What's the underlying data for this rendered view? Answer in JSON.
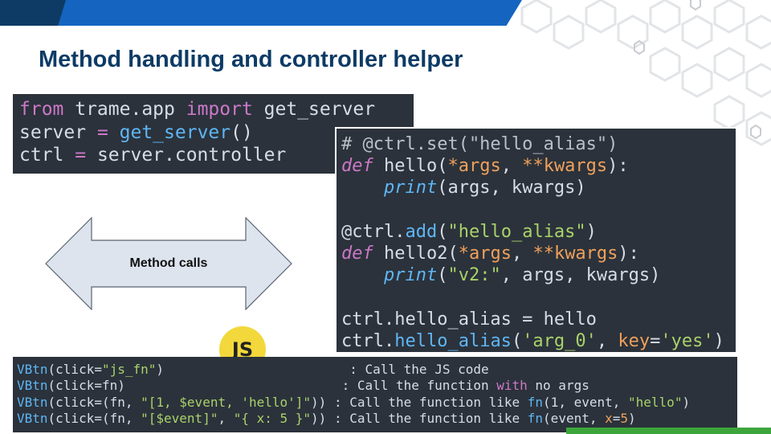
{
  "slide": {
    "title": "Method handling and controller helper"
  },
  "code_block_1": {
    "lines": [
      {
        "from": "from",
        "module": " trame.app ",
        "import": "import",
        "name": " get_server"
      },
      {
        "var": "server",
        "eq": " = ",
        "call": "get_server",
        "paren": "()"
      },
      {
        "var": "ctrl",
        "eq": " = ",
        "value": "server.controller"
      }
    ]
  },
  "code_block_2": {
    "comment": "# @ctrl.set(\"hello_alias\")",
    "def1": {
      "def": "def",
      "name": " hello(",
      "star": "*args",
      "sep": ", ",
      "kw": "**kwargs",
      "end": "):"
    },
    "print1": {
      "indent": "    ",
      "print": "print",
      "args": "(args, kwargs)"
    },
    "decorator": {
      "at": "@ctrl.",
      "add": "add",
      "open": "(",
      "str": "\"hello_alias\"",
      "close": ")"
    },
    "def2": {
      "def": "def",
      "name": " hello2(",
      "star": "*args",
      "sep": ", ",
      "kw": "**kwargs",
      "end": "):"
    },
    "print2": {
      "indent": "    ",
      "print": "print",
      "open": "(",
      "str": "\"v2:\"",
      "rest": ", args, kwargs)"
    },
    "assign": "ctrl.hello_alias = hello",
    "call": {
      "ctrl": "ctrl.",
      "fn": "hello_alias",
      "open": "(",
      "arg": "'arg_0'",
      "sep": ", ",
      "key": "key",
      "eq": "=",
      "val": "'yes'",
      "close": ")"
    }
  },
  "arrow": {
    "label": "Method calls"
  },
  "js_badge": {
    "label": "JS"
  },
  "code_block_3": {
    "lines": [
      {
        "btn": "VBtn",
        "open": "(click=",
        "args": "\"js_fn\"",
        "close": ")",
        "pad": "                        ",
        "colon": ": ",
        "desc1": "Call the JS code"
      },
      {
        "btn": "VBtn",
        "open": "(click=fn)",
        "pad": "                            ",
        "colon": ": ",
        "desc1": "Call the function ",
        "with": "with",
        "desc2": " no args"
      },
      {
        "btn": "VBtn",
        "open": "(click=(fn, ",
        "args": "\"[1, $event, 'hello']\"",
        "close": "))",
        "pad": " ",
        "colon": ": ",
        "desc1": "Call the function like ",
        "fn": "fn",
        "desc2": "(1, event, ",
        "str": "\"hello\"",
        "desc3": ")"
      },
      {
        "btn": "VBtn",
        "open": "(click=(fn, ",
        "args": "\"[$event]\"",
        "sep": ", ",
        "args2": "\"{ x: 5 }\"",
        "close": "))",
        "pad": " ",
        "colon": ": ",
        "desc1": "Call the function like ",
        "fn": "fn",
        "desc2": "(event, ",
        "kw": "x",
        "desc3": "=",
        "num": "5",
        "desc4": ")"
      }
    ]
  },
  "colors": {
    "top_bar": "#1565c0",
    "top_bar_dark": "#0d3b66",
    "title": "#0d3b66",
    "code_bg": "#2b323b",
    "js_badge": "#f2d83b",
    "green_bar": "#3ca63c"
  }
}
